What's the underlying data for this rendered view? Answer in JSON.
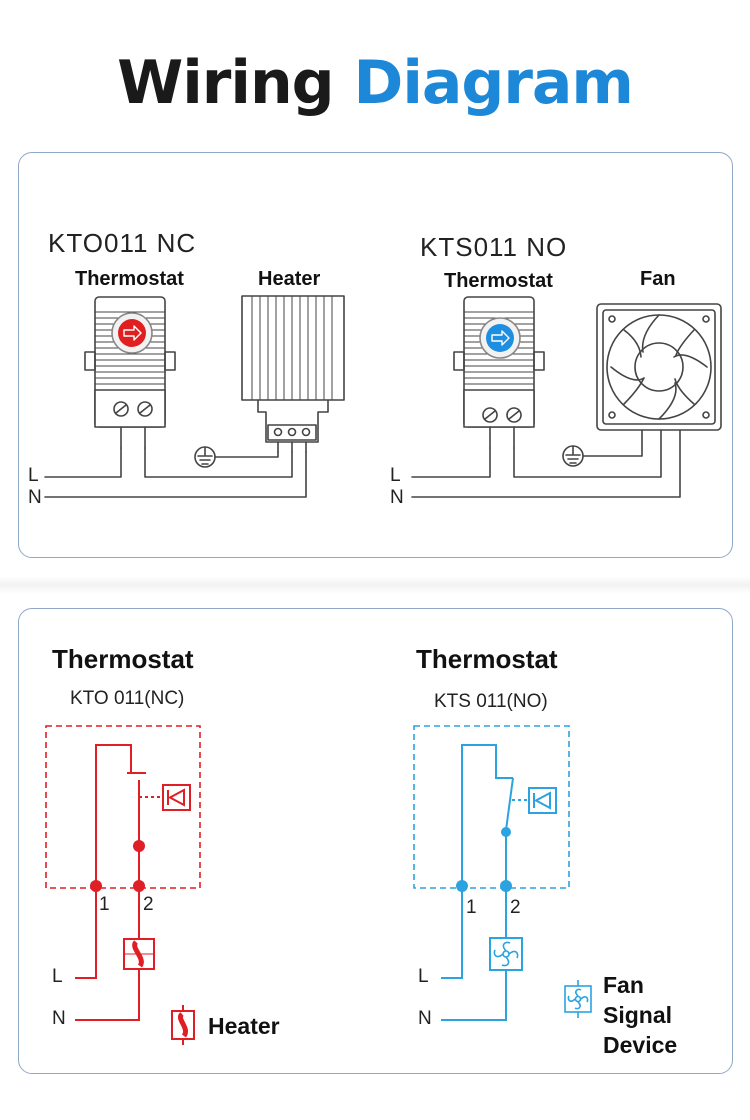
{
  "title": {
    "word1": "Wiring",
    "word2": "Diagram"
  },
  "top_panel": {
    "left": {
      "model": "KTO011  NC",
      "thermostat_label": "Thermostat",
      "device_label": "Heater"
    },
    "right": {
      "model": "KTS011  NO",
      "thermostat_label": "Thermostat",
      "device_label": "Fan"
    },
    "line_L": "L",
    "line_N": "N"
  },
  "bottom_panel": {
    "left": {
      "title": "Thermostat",
      "model": "KTO 011(NC)",
      "terminal_1": "1",
      "terminal_2": "2",
      "line_L": "L",
      "line_N": "N",
      "legend": "Heater",
      "color": "#e01e25"
    },
    "right": {
      "title": "Thermostat",
      "model": "KTS  011(NO)",
      "terminal_1": "1",
      "terminal_2": "2",
      "line_L": "L",
      "line_N": "N",
      "legend_line1": "Fan",
      "legend_line2": "Signal",
      "legend_line3": "Device",
      "color": "#2aa3e0"
    }
  },
  "icons": [
    "heater-icon",
    "fan-icon",
    "ground-icon",
    "thermal-sensor-icon",
    "arrow-button-icon"
  ]
}
